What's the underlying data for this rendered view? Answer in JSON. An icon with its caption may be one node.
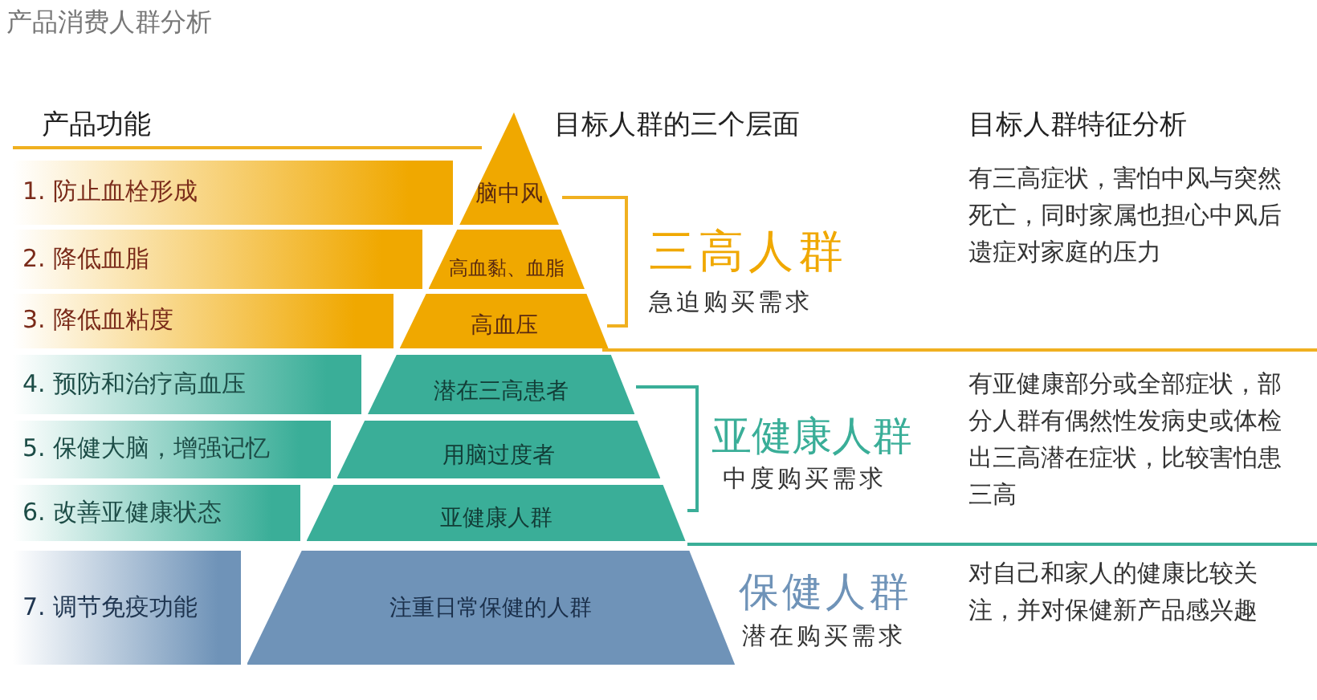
{
  "diagram": {
    "title": "产品消费人群分析",
    "nodes": [
      {
        "text": [
          "1. 防止血栓形成"
        ]
      },
      {
        "text": [
          "2. 降低血脂"
        ]
      },
      {
        "text": [
          "3. 降低血粘度"
        ]
      },
      {
        "text": [
          "4. 预防和治疗高血压"
        ]
      },
      {
        "text": [
          "5. 保健大脑，增强记忆"
        ]
      },
      {
        "text": [
          "6. 改善亚健康状态"
        ]
      },
      {
        "text": [
          "7. 调节免疫功能"
        ]
      },
      {
        "text": [
          "脑中风"
        ]
      },
      {
        "text": [
          "高血黏、血脂"
        ]
      },
      {
        "text": [
          "高血压"
        ]
      },
      {
        "text": [
          "潜在三高患者"
        ]
      },
      {
        "text": [
          "用脑过度者"
        ]
      },
      {
        "text": [
          "亚健康人群"
        ]
      },
      {
        "text": [
          "注重日常保健的人群"
        ]
      }
    ],
    "labels": [
      "产品功能",
      "目标人群的三个层面",
      "目标人群特征分析",
      "三高人群",
      "急迫购买需求",
      "有三高症状，害怕中风与突然死亡，同时家属也担心中风后遗症对家庭的压力",
      "亚健康人群",
      "中度购买需求",
      "有亚健康部分或全部症状，部分人群有偶然性发病史或体检出三高潜在症状，比较害怕患三高",
      "保健人群",
      "潜在购买需求",
      "对自己和家人的健康比较关注，并对保健新产品感兴趣"
    ]
  }
}
